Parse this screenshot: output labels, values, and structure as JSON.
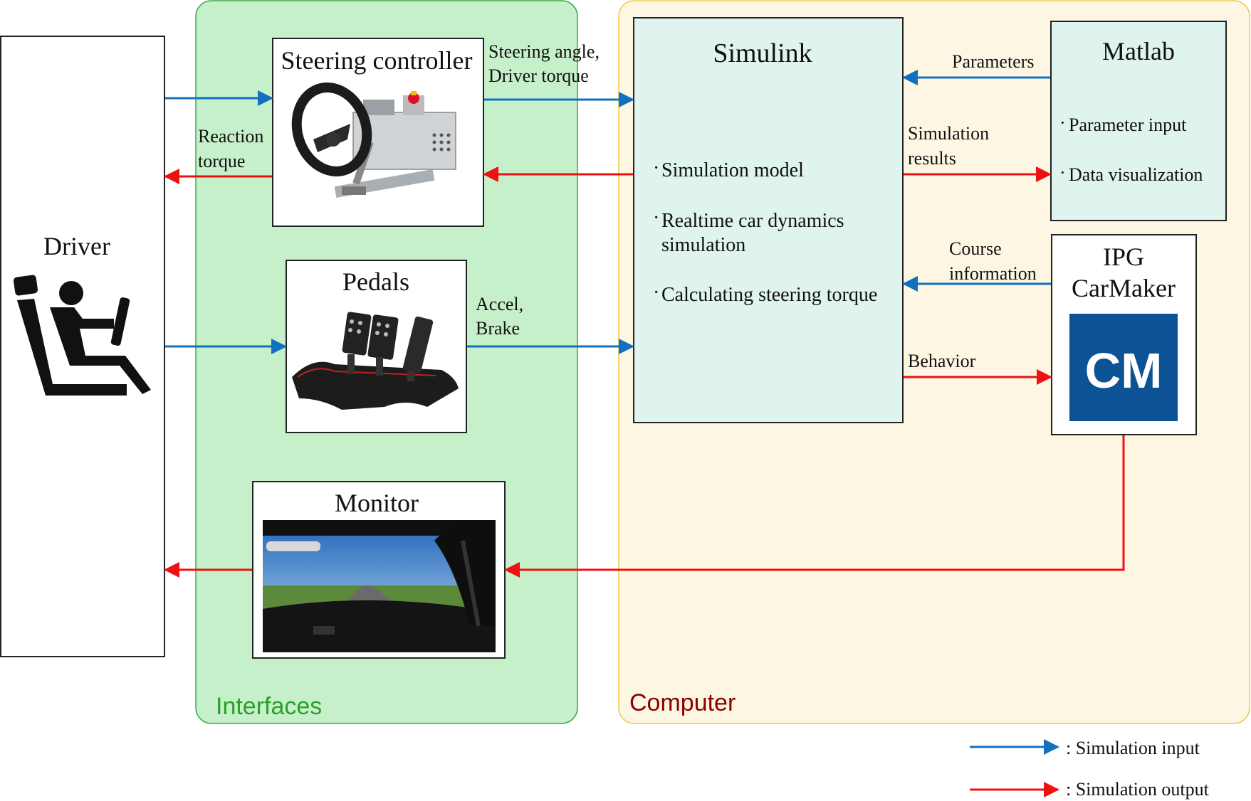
{
  "groups": {
    "interfaces": {
      "label": "Interfaces",
      "fill": "#c6f0c9",
      "stroke": "#3aa84a",
      "label_color": "#2aa02a"
    },
    "computer": {
      "label": "Computer",
      "fill": "#fdf6e3",
      "stroke": "#f0c94a",
      "label_color": "#8b0000"
    }
  },
  "driver": {
    "label": "Driver",
    "icon": "seated-driver-icon"
  },
  "steering": {
    "title": "Steering controller",
    "image": "steering-wheel-photo"
  },
  "pedals": {
    "title": "Pedals",
    "image": "pedals-photo"
  },
  "monitor": {
    "title": "Monitor",
    "image": "driving-view-photo"
  },
  "simulink": {
    "title": "Simulink",
    "items": [
      "Simulation model",
      "Realtime car dynamics",
      "simulation",
      "Calculating steering torque"
    ],
    "fill": "#dff3ef"
  },
  "matlab": {
    "title": "Matlab",
    "items": [
      "Parameter input",
      "Data visualization"
    ],
    "fill": "#dff3ef"
  },
  "carmaker": {
    "title_line1": "IPG",
    "title_line2": "CarMaker",
    "logo_text": "CM",
    "logo_color": "#0b5394"
  },
  "edge_labels": {
    "steering_out_1": "Steering angle,",
    "steering_out_2": "Driver torque",
    "reaction_1": "Reaction",
    "reaction_2": "torque",
    "accel_1": "Accel,",
    "accel_2": "Brake",
    "parameters": "Parameters",
    "sim_results_1": "Simulation",
    "sim_results_2": "results",
    "course_1": "Course",
    "course_2": "information",
    "behavior": "Behavior"
  },
  "legend": {
    "input": ": Simulation input",
    "output": ": Simulation output"
  },
  "colors": {
    "input_arrow": "#1170c0",
    "output_arrow": "#ee1111"
  }
}
